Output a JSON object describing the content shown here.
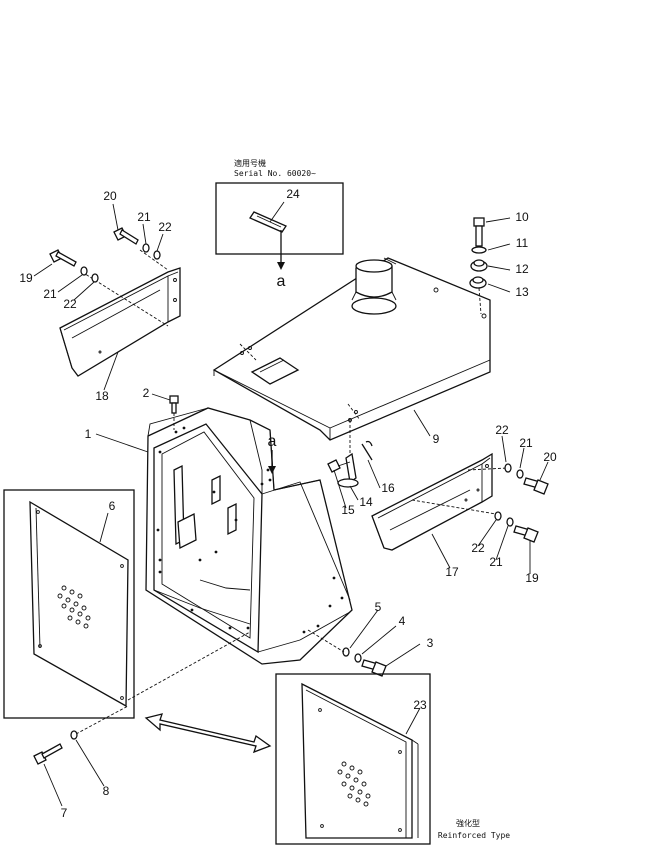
{
  "serial_note": {
    "line1": "適用号機",
    "line2": "Serial No. 60020~"
  },
  "reinforced_note": {
    "line1": "強化型",
    "line2": "Reinforced Type"
  },
  "view_letter": "a",
  "callouts": [
    "1",
    "2",
    "3",
    "4",
    "5",
    "6",
    "7",
    "8",
    "9",
    "10",
    "11",
    "12",
    "13",
    "14",
    "15",
    "16",
    "17",
    "18",
    "19",
    "20",
    "21",
    "22",
    "23",
    "24"
  ]
}
